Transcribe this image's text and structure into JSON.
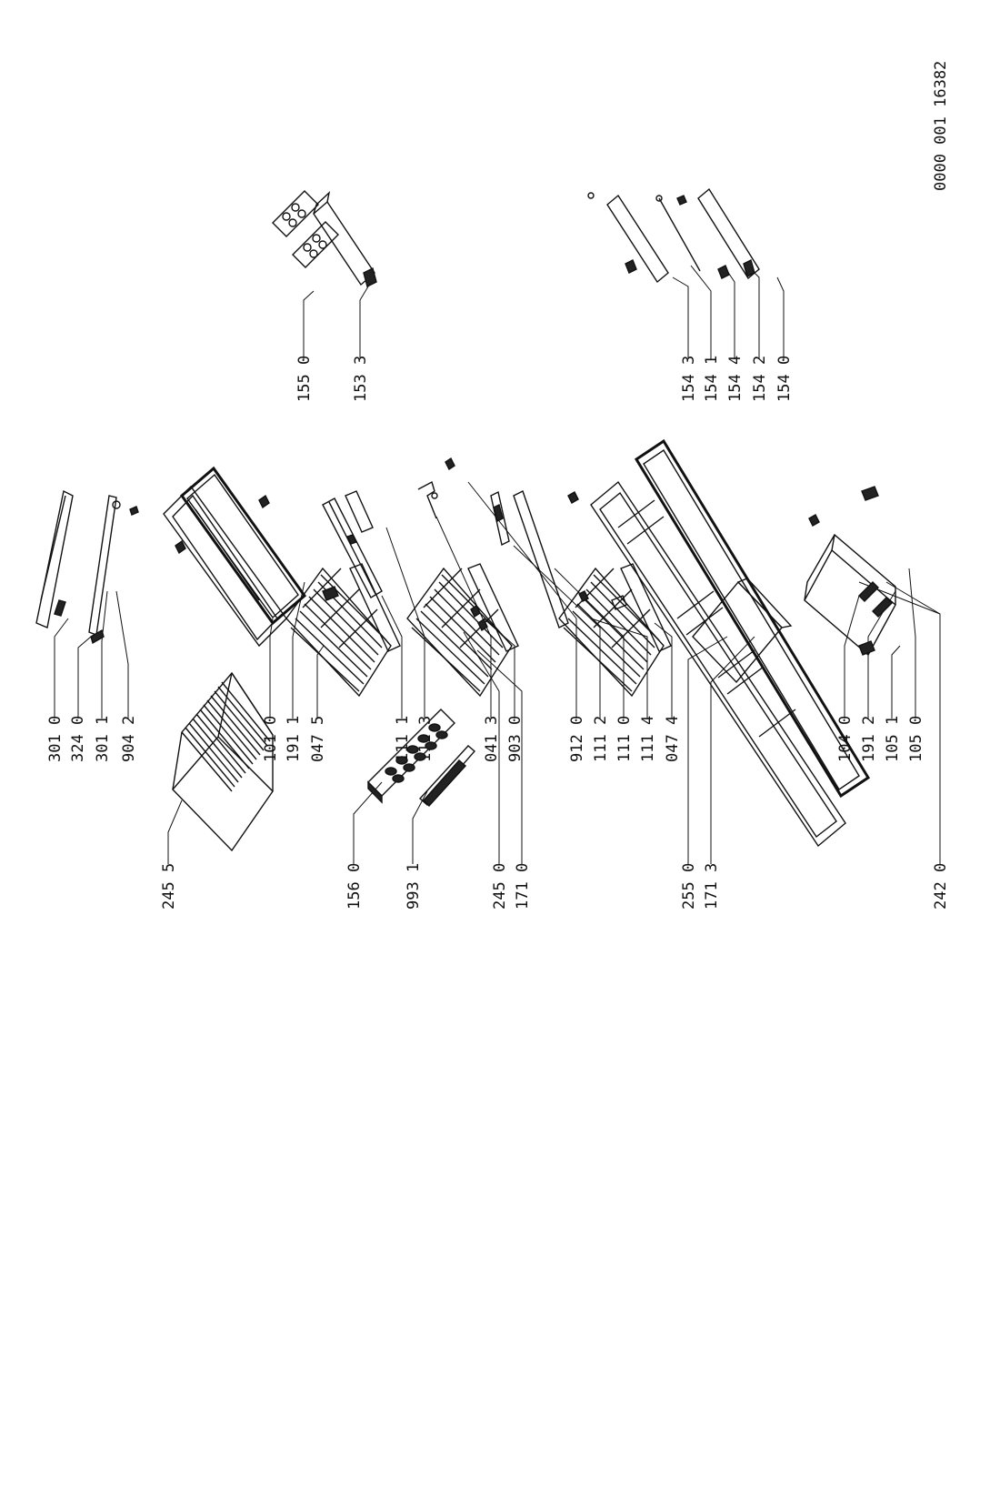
{
  "drawing_number": "0000 001  16382",
  "callouts": {
    "c245_5": "245 5",
    "c156_0": "156 0",
    "c993_1": "993 1",
    "c245_0": "245 0",
    "c171_0": "171 0",
    "c255_0": "255 0",
    "c171_3": "171 3",
    "c242_0": "242 0",
    "c301_0": "301 0",
    "c324_0": "324 0",
    "c301_1": "301 1",
    "c904_2": "904 2",
    "c101_0": "101 0",
    "c191_1": "191 1",
    "c047_5": "047 5",
    "c111_1": "111 1",
    "c111_3": "111 3",
    "c041_3": "041 3",
    "c903_0": "903 0",
    "c912_0": "912 0",
    "c111_2": "111 2",
    "c111_0": "111 0",
    "c111_4": "111 4",
    "c047_4": "047 4",
    "c104_0": "104 0",
    "c191_2": "191 2",
    "c105_1": "105 1",
    "c105_0": "105 0",
    "c155_0": "155 0",
    "c153_3": "153 3",
    "c154_3": "154 3",
    "c154_1": "154 1",
    "c154_4": "154 4",
    "c154_2": "154 2",
    "c154_0": "154 0"
  }
}
